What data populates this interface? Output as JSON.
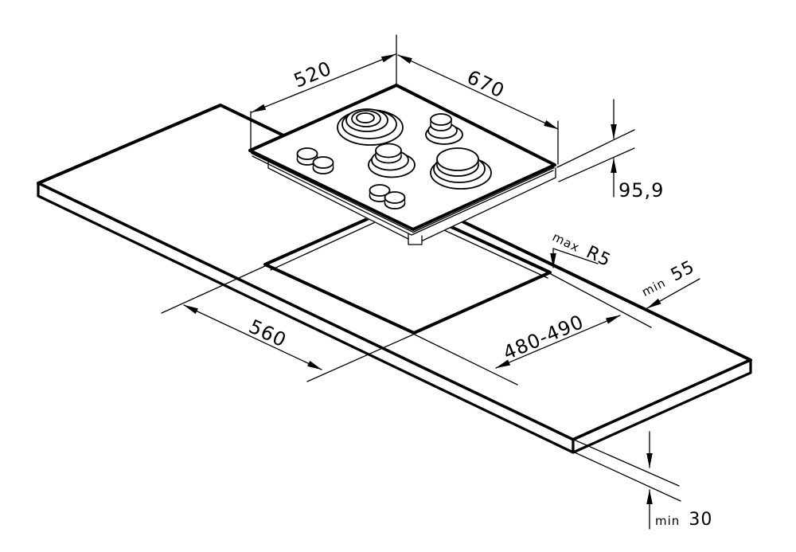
{
  "page": {
    "background": "#ffffff",
    "ink": "#000000"
  },
  "diagram": {
    "annotations": {
      "hob_edge_left": "520",
      "hob_edge_right": "670",
      "hob_height": "95,9",
      "corner_radius_prefix": "max",
      "corner_radius_value": "R5",
      "rear_clearance_prefix": "min",
      "rear_clearance_value": "55",
      "cutout_edge_left": "560",
      "cutout_edge_right": "480-490",
      "bottom_clearance_prefix": "min",
      "bottom_clearance_value": "30"
    }
  }
}
